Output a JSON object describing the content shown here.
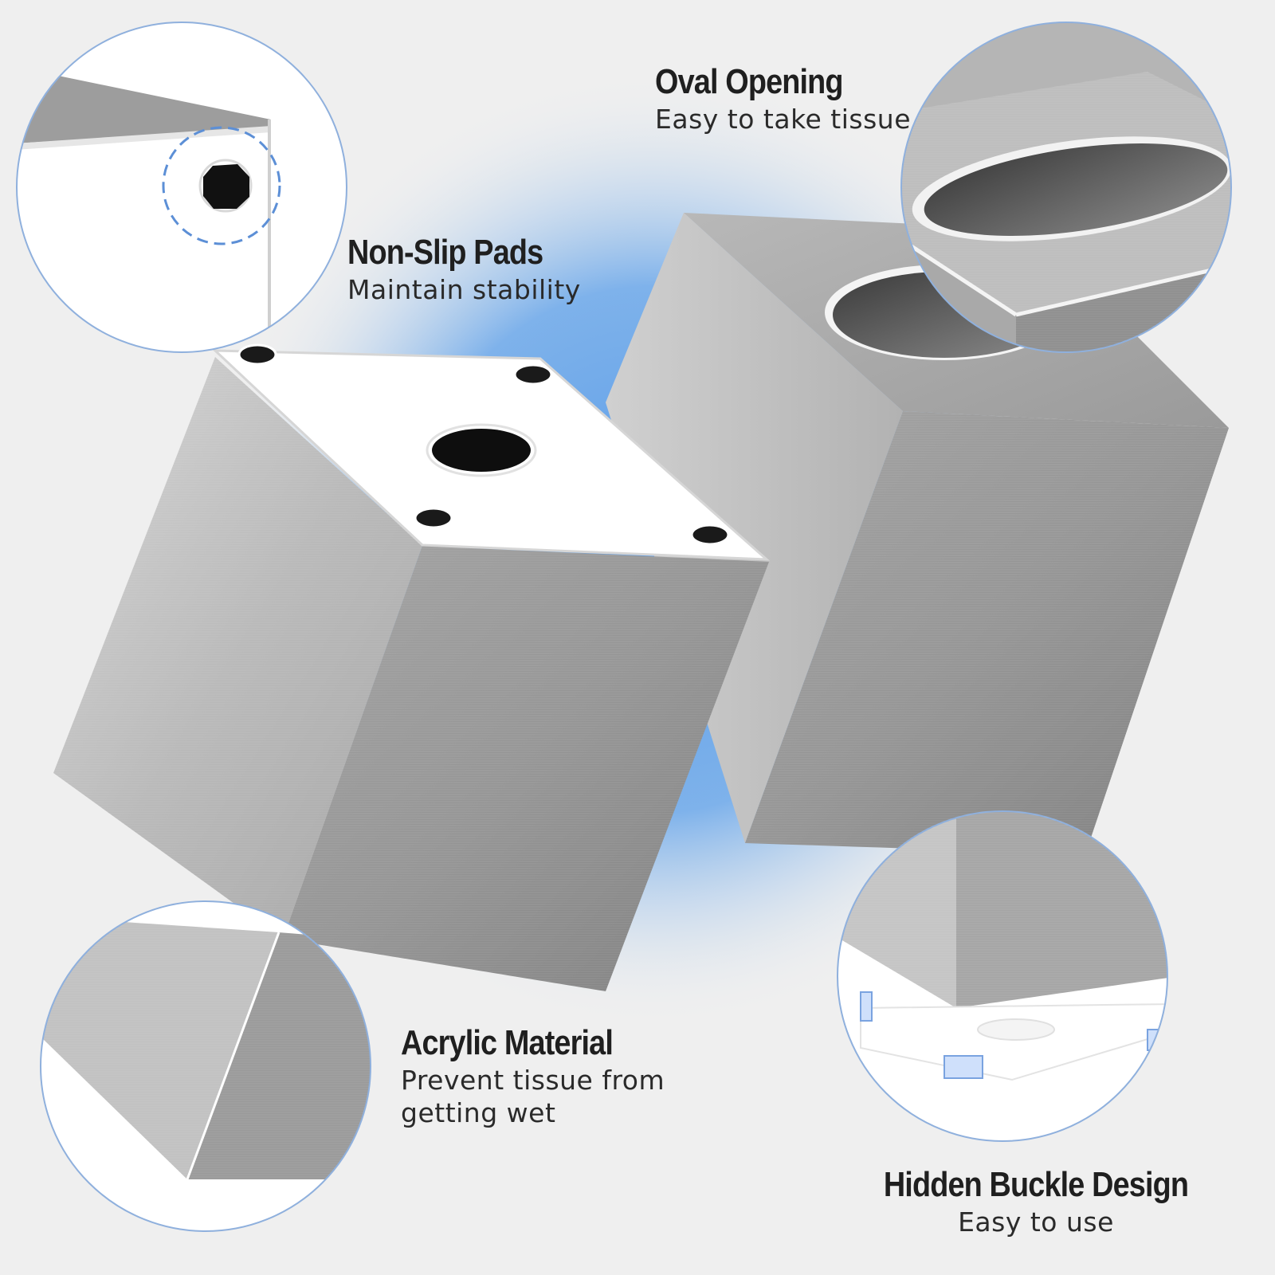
{
  "callouts": {
    "non_slip": {
      "title": "Non-Slip Pads",
      "subtitle": "Maintain stability"
    },
    "oval": {
      "title": "Oval Opening",
      "subtitle": "Easy to take tissue"
    },
    "acrylic": {
      "title": "Acrylic Material",
      "subtitle": "Prevent tissue from getting wet"
    },
    "buckle": {
      "title": "Hidden Buckle Design",
      "subtitle": "Easy to use"
    }
  },
  "colors": {
    "background": "#efefef",
    "accent_blue": "#5f9fe6",
    "circle_outline": "#8fb0dd",
    "steel_light": "#cfcfcf",
    "steel_dark": "#8e8e8e",
    "acrylic_white": "#ffffff",
    "pad_black": "#1a1a1a"
  }
}
